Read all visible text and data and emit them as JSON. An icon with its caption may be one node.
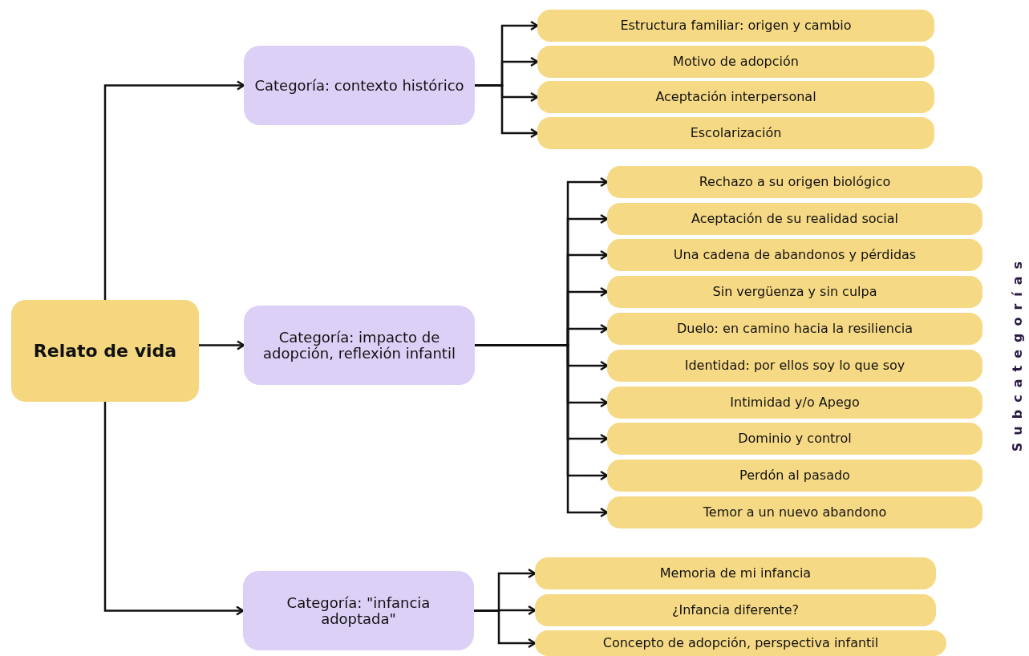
{
  "diagram": {
    "nodes": [
      {
        "text": [
          "Relato de vida"
        ]
      },
      {
        "text": [
          "Categoría: contexto histórico"
        ]
      },
      {
        "text": [
          "Estructura familiar: origen y cambio"
        ]
      },
      {
        "text": [
          "Motivo de adopción"
        ]
      },
      {
        "text": [
          "Aceptación interpersonal"
        ]
      },
      {
        "text": [
          "Escolarización"
        ]
      },
      {
        "text": [
          "Categoría: impacto de adopción, reflexión infantil"
        ]
      },
      {
        "text": [
          "Rechazo a su origen biológico"
        ]
      },
      {
        "text": [
          "Aceptación de su realidad social"
        ]
      },
      {
        "text": [
          "Una cadena de abandonos y pérdidas"
        ]
      },
      {
        "text": [
          "Sin vergüenza y sin culpa"
        ]
      },
      {
        "text": [
          "Duelo: en camino hacia la resiliencia"
        ]
      },
      {
        "text": [
          "Identidad: por ellos soy lo que soy"
        ]
      },
      {
        "text": [
          "Intimidad y/o Apego"
        ]
      },
      {
        "text": [
          "Dominio y control"
        ]
      },
      {
        "text": [
          "Perdón al pasado"
        ]
      },
      {
        "text": [
          "Temor a un nuevo abandono"
        ]
      },
      {
        "text": [
          "Categoría: \"infancia adoptada\""
        ]
      },
      {
        "text": [
          "Memoria de mi infancia"
        ]
      },
      {
        "text": [
          "¿Infancia diferente?"
        ]
      },
      {
        "text": [
          "Concepto de adopción, perspectiva infantil"
        ]
      }
    ],
    "edges": [
      {
        "from": 0,
        "to": 1,
        "arrow": "to"
      },
      {
        "from": 0,
        "to": 6,
        "arrow": "to"
      },
      {
        "from": 0,
        "to": 17,
        "arrow": "to"
      },
      {
        "from": 1,
        "to": 2,
        "arrow": "to"
      },
      {
        "from": 1,
        "to": 3,
        "arrow": "to"
      },
      {
        "from": 1,
        "to": 4,
        "arrow": "to"
      },
      {
        "from": 1,
        "to": 5,
        "arrow": "to"
      },
      {
        "from": 6,
        "to": 7,
        "arrow": "to"
      },
      {
        "from": 6,
        "to": 8,
        "arrow": "to"
      },
      {
        "from": 6,
        "to": 9,
        "arrow": "to"
      },
      {
        "from": 6,
        "to": 10,
        "arrow": "to"
      },
      {
        "from": 6,
        "to": 11,
        "arrow": "to"
      },
      {
        "from": 6,
        "to": 12,
        "arrow": "to"
      },
      {
        "from": 6,
        "to": 13,
        "arrow": "to"
      },
      {
        "from": 6,
        "to": 14,
        "arrow": "to"
      },
      {
        "from": 6,
        "to": 15,
        "arrow": "to"
      },
      {
        "from": 6,
        "to": 16,
        "arrow": "to"
      },
      {
        "from": 17,
        "to": 18,
        "arrow": "to"
      },
      {
        "from": 17,
        "to": 19,
        "arrow": "to"
      },
      {
        "from": 17,
        "to": 20,
        "arrow": "to"
      }
    ],
    "labels": [
      "Subcategorías"
    ]
  }
}
